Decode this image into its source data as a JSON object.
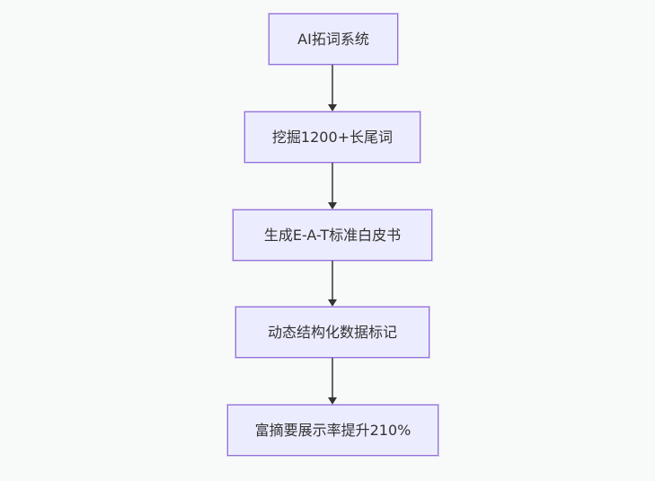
{
  "diagram": {
    "type": "flowchart",
    "direction": "top-down",
    "nodes": [
      {
        "id": "A",
        "label": "AI拓词系统"
      },
      {
        "id": "B",
        "label": "挖掘1200+长尾词"
      },
      {
        "id": "C",
        "label": "生成E-A-T标准白皮书"
      },
      {
        "id": "D",
        "label": "动态结构化数据标记"
      },
      {
        "id": "E",
        "label": "富摘要展示率提升210%"
      }
    ],
    "edges": [
      {
        "from": "A",
        "to": "B",
        "style": "arrow-down"
      },
      {
        "from": "B",
        "to": "C",
        "style": "arrow-down"
      },
      {
        "from": "C",
        "to": "D",
        "style": "arrow-down"
      },
      {
        "from": "D",
        "to": "E",
        "style": "arrow-down"
      }
    ],
    "colors": {
      "background": "#f8f9f9",
      "node_fill": "#ECECFF",
      "node_border": "#9370DB",
      "edge_line": "#666666",
      "arrowhead": "#333333",
      "text": "#333333"
    }
  }
}
